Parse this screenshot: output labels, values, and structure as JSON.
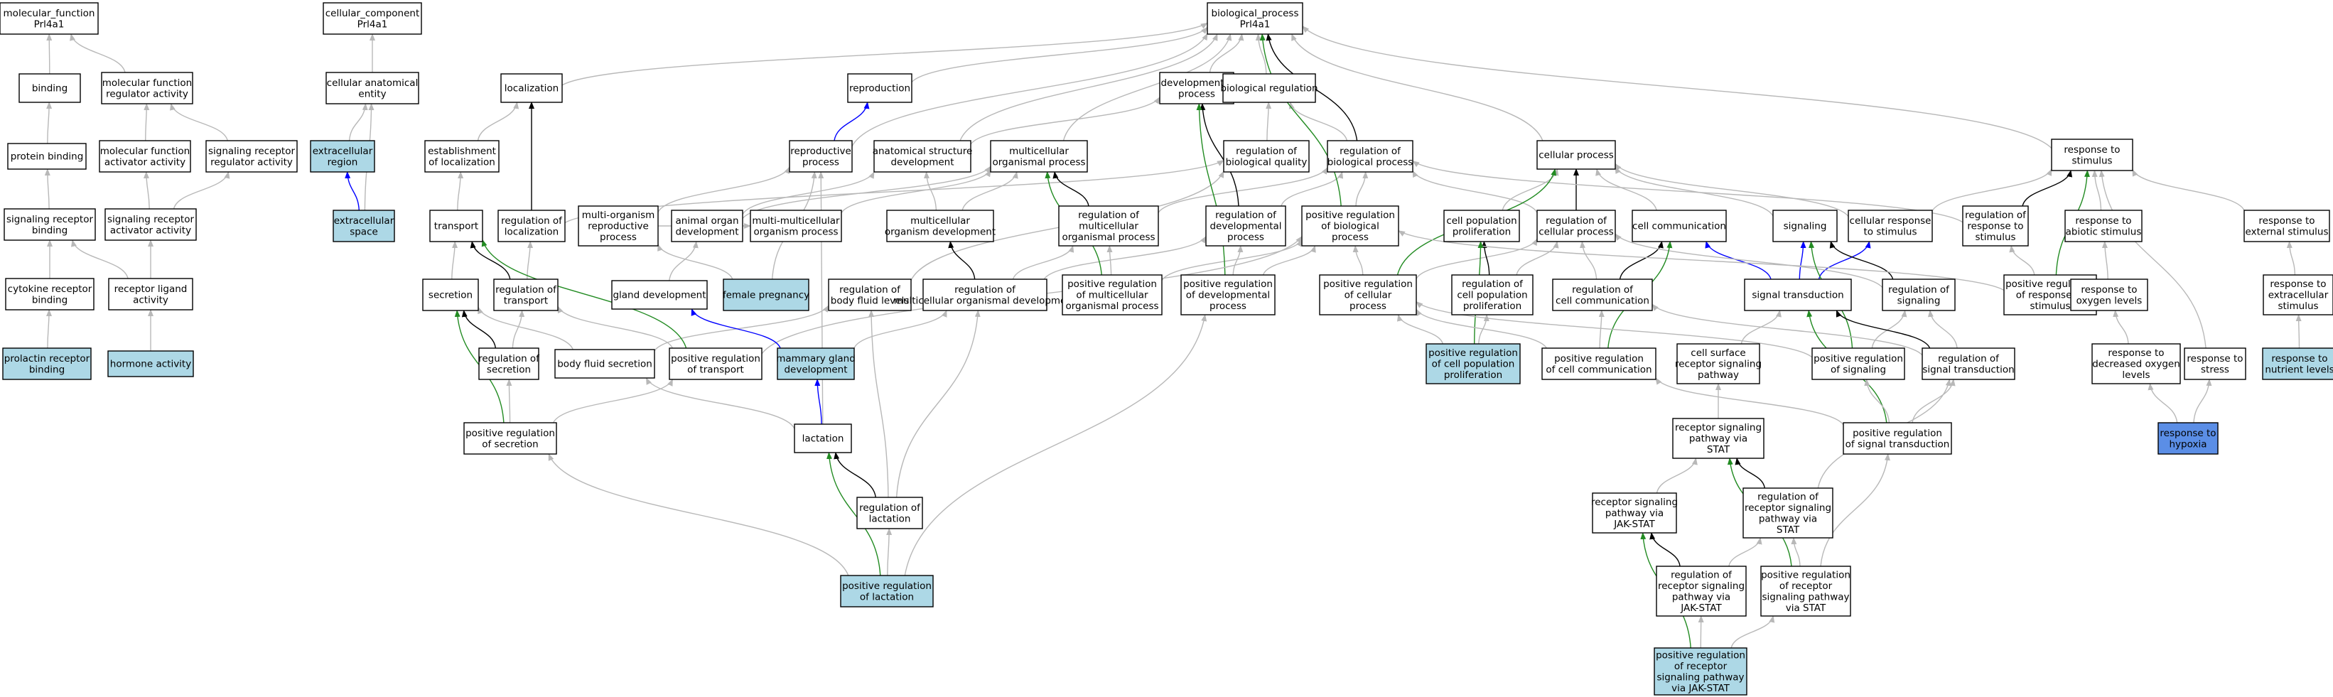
{
  "colors": {
    "gray": "#b8b8b8",
    "black": "#000000",
    "green": "#228b22",
    "blue": "#0000ff",
    "node_default": "#ffffff",
    "node_light": "#add8e6",
    "node_dark": "#5b8ee6"
  },
  "nodes": [
    {
      "id": "mf",
      "lines": [
        "molecular_function",
        "Prl4a1"
      ],
      "fill": "default"
    },
    {
      "id": "binding",
      "lines": [
        "binding"
      ],
      "fill": "default"
    },
    {
      "id": "mfra",
      "lines": [
        "molecular function",
        "regulator activity"
      ],
      "fill": "default"
    },
    {
      "id": "pb",
      "lines": [
        "protein binding"
      ],
      "fill": "default"
    },
    {
      "id": "mfaa",
      "lines": [
        "molecular function",
        "activator activity"
      ],
      "fill": "default"
    },
    {
      "id": "srra",
      "lines": [
        "signaling receptor",
        "regulator activity"
      ],
      "fill": "default"
    },
    {
      "id": "srb",
      "lines": [
        "signaling receptor",
        "binding"
      ],
      "fill": "default"
    },
    {
      "id": "sraa",
      "lines": [
        "signaling receptor",
        "activator activity"
      ],
      "fill": "default"
    },
    {
      "id": "crb",
      "lines": [
        "cytokine receptor",
        "binding"
      ],
      "fill": "default"
    },
    {
      "id": "rla",
      "lines": [
        "receptor ligand",
        "activity"
      ],
      "fill": "default"
    },
    {
      "id": "prb",
      "lines": [
        "prolactin receptor",
        "binding"
      ],
      "fill": "light"
    },
    {
      "id": "ha",
      "lines": [
        "hormone activity"
      ],
      "fill": "light"
    },
    {
      "id": "cc",
      "lines": [
        "cellular_component",
        "Prl4a1"
      ],
      "fill": "default"
    },
    {
      "id": "cae",
      "lines": [
        "cellular anatomical",
        "entity"
      ],
      "fill": "default"
    },
    {
      "id": "ecr",
      "lines": [
        "extracellular",
        "region"
      ],
      "fill": "light"
    },
    {
      "id": "ecs",
      "lines": [
        "extracellular",
        "space"
      ],
      "fill": "light"
    },
    {
      "id": "bp",
      "lines": [
        "biological_process",
        "Prl4a1"
      ],
      "fill": "default"
    },
    {
      "id": "loc",
      "lines": [
        "localization"
      ],
      "fill": "default"
    },
    {
      "id": "repro",
      "lines": [
        "reproduction"
      ],
      "fill": "default"
    },
    {
      "id": "devp",
      "lines": [
        "developmental",
        "process"
      ],
      "fill": "default"
    },
    {
      "id": "breg",
      "lines": [
        "biological regulation"
      ],
      "fill": "default"
    },
    {
      "id": "eloc",
      "lines": [
        "establishment",
        "of localization"
      ],
      "fill": "default"
    },
    {
      "id": "rp",
      "lines": [
        "reproductive",
        "process"
      ],
      "fill": "default"
    },
    {
      "id": "asd",
      "lines": [
        "anatomical structure",
        "development"
      ],
      "fill": "default"
    },
    {
      "id": "mcp",
      "lines": [
        "multicellular",
        "organismal process"
      ],
      "fill": "default"
    },
    {
      "id": "rbq",
      "lines": [
        "regulation of",
        "biological quality"
      ],
      "fill": "default"
    },
    {
      "id": "rbp",
      "lines": [
        "regulation of",
        "biological process"
      ],
      "fill": "default"
    },
    {
      "id": "cp",
      "lines": [
        "cellular process"
      ],
      "fill": "default"
    },
    {
      "id": "rts",
      "lines": [
        "response to",
        "stimulus"
      ],
      "fill": "default"
    },
    {
      "id": "transport",
      "lines": [
        "transport"
      ],
      "fill": "default"
    },
    {
      "id": "rloc",
      "lines": [
        "regulation of",
        "localization"
      ],
      "fill": "default"
    },
    {
      "id": "morp",
      "lines": [
        "multi-organism",
        "reproductive",
        "process"
      ],
      "fill": "default"
    },
    {
      "id": "aod",
      "lines": [
        "animal organ",
        "development"
      ],
      "fill": "default"
    },
    {
      "id": "mmop",
      "lines": [
        "multi-multicellular",
        "organism process"
      ],
      "fill": "default"
    },
    {
      "id": "mod",
      "lines": [
        "multicellular",
        "organism development"
      ],
      "fill": "default"
    },
    {
      "id": "rmop",
      "lines": [
        "regulation of",
        "multicellular",
        "organismal process"
      ],
      "fill": "default"
    },
    {
      "id": "rdp",
      "lines": [
        "regulation of",
        "developmental",
        "process"
      ],
      "fill": "default"
    },
    {
      "id": "prbp",
      "lines": [
        "positive regulation",
        "of biological",
        "process"
      ],
      "fill": "default"
    },
    {
      "id": "cpp",
      "lines": [
        "cell population",
        "proliferation"
      ],
      "fill": "default"
    },
    {
      "id": "rcp",
      "lines": [
        "regulation of",
        "cellular process"
      ],
      "fill": "default"
    },
    {
      "id": "ccomm",
      "lines": [
        "cell communication"
      ],
      "fill": "default"
    },
    {
      "id": "signaling",
      "lines": [
        "signaling"
      ],
      "fill": "default"
    },
    {
      "id": "crs",
      "lines": [
        "cellular response",
        "to stimulus"
      ],
      "fill": "default"
    },
    {
      "id": "rrs",
      "lines": [
        "regulation of",
        "response to",
        "stimulus"
      ],
      "fill": "default"
    },
    {
      "id": "ras",
      "lines": [
        "response to",
        "abiotic stimulus"
      ],
      "fill": "default"
    },
    {
      "id": "res",
      "lines": [
        "response to",
        "external stimulus"
      ],
      "fill": "default"
    },
    {
      "id": "secretion",
      "lines": [
        "secretion"
      ],
      "fill": "default"
    },
    {
      "id": "rtrans",
      "lines": [
        "regulation of",
        "transport"
      ],
      "fill": "default"
    },
    {
      "id": "gd",
      "lines": [
        "gland development"
      ],
      "fill": "default"
    },
    {
      "id": "fp",
      "lines": [
        "female pregnancy"
      ],
      "fill": "light"
    },
    {
      "id": "rbfl",
      "lines": [
        "regulation of",
        "body fluid levels"
      ],
      "fill": "default"
    },
    {
      "id": "rmod",
      "lines": [
        "regulation of",
        "multicellular organismal development"
      ],
      "fill": "default"
    },
    {
      "id": "prmop",
      "lines": [
        "positive regulation",
        "of multicellular",
        "organismal process"
      ],
      "fill": "default"
    },
    {
      "id": "prdp",
      "lines": [
        "positive regulation",
        "of developmental",
        "process"
      ],
      "fill": "default"
    },
    {
      "id": "prcp",
      "lines": [
        "positive regulation",
        "of cellular",
        "process"
      ],
      "fill": "default"
    },
    {
      "id": "rcpp",
      "lines": [
        "regulation of",
        "cell population",
        "proliferation"
      ],
      "fill": "default"
    },
    {
      "id": "rcc",
      "lines": [
        "regulation of",
        "cell communication"
      ],
      "fill": "default"
    },
    {
      "id": "st",
      "lines": [
        "signal transduction"
      ],
      "fill": "default"
    },
    {
      "id": "rsig",
      "lines": [
        "regulation of",
        "signaling"
      ],
      "fill": "default"
    },
    {
      "id": "prrs",
      "lines": [
        "positive regulation",
        "of response to",
        "stimulus"
      ],
      "fill": "default"
    },
    {
      "id": "rol",
      "lines": [
        "response to",
        "oxygen levels"
      ],
      "fill": "default"
    },
    {
      "id": "rtes",
      "lines": [
        "response to",
        "extracellular",
        "stimulus"
      ],
      "fill": "default"
    },
    {
      "id": "rsec",
      "lines": [
        "regulation of",
        "secretion"
      ],
      "fill": "default"
    },
    {
      "id": "bfs",
      "lines": [
        "body fluid secretion"
      ],
      "fill": "default"
    },
    {
      "id": "prt",
      "lines": [
        "positive regulation",
        "of transport"
      ],
      "fill": "default"
    },
    {
      "id": "mgd",
      "lines": [
        "mammary gland",
        "development"
      ],
      "fill": "light"
    },
    {
      "id": "prcpp",
      "lines": [
        "positive regulation",
        "of cell population",
        "proliferation"
      ],
      "fill": "light"
    },
    {
      "id": "prcc",
      "lines": [
        "positive regulation",
        "of cell communication"
      ],
      "fill": "default"
    },
    {
      "id": "csrsp",
      "lines": [
        "cell surface",
        "receptor signaling",
        "pathway"
      ],
      "fill": "default"
    },
    {
      "id": "prsig",
      "lines": [
        "positive regulation",
        "of signaling"
      ],
      "fill": "default"
    },
    {
      "id": "rst",
      "lines": [
        "regulation of",
        "signal transduction"
      ],
      "fill": "default"
    },
    {
      "id": "rdol",
      "lines": [
        "response to",
        "decreased oxygen",
        "levels"
      ],
      "fill": "default"
    },
    {
      "id": "rstress",
      "lines": [
        "response to",
        "stress"
      ],
      "fill": "default"
    },
    {
      "id": "rnl",
      "lines": [
        "response to",
        "nutrient levels"
      ],
      "fill": "light"
    },
    {
      "id": "prs",
      "lines": [
        "positive regulation",
        "of secretion"
      ],
      "fill": "default"
    },
    {
      "id": "lact",
      "lines": [
        "lactation"
      ],
      "fill": "default"
    },
    {
      "id": "rsps",
      "lines": [
        "receptor signaling",
        "pathway via",
        "STAT"
      ],
      "fill": "default"
    },
    {
      "id": "prst",
      "lines": [
        "positive regulation",
        "of signal transduction"
      ],
      "fill": "default"
    },
    {
      "id": "rhyp",
      "lines": [
        "response to",
        "hypoxia"
      ],
      "fill": "dark"
    },
    {
      "id": "rlact",
      "lines": [
        "regulation of",
        "lactation"
      ],
      "fill": "default"
    },
    {
      "id": "rspjs",
      "lines": [
        "receptor signaling",
        "pathway via",
        "JAK-STAT"
      ],
      "fill": "default"
    },
    {
      "id": "rrsps",
      "lines": [
        "regulation of",
        "receptor signaling",
        "pathway via",
        "STAT"
      ],
      "fill": "default"
    },
    {
      "id": "prlact",
      "lines": [
        "positive regulation",
        "of lactation"
      ],
      "fill": "light"
    },
    {
      "id": "rrspjs",
      "lines": [
        "regulation of",
        "receptor signaling",
        "pathway via",
        "JAK-STAT"
      ],
      "fill": "default"
    },
    {
      "id": "prrsps",
      "lines": [
        "positive regulation",
        "of receptor",
        "signaling pathway",
        "via STAT"
      ],
      "fill": "default"
    },
    {
      "id": "prrspjs",
      "lines": [
        "positive regulation",
        "of receptor",
        "signaling pathway",
        "via JAK-STAT"
      ],
      "fill": "light"
    }
  ],
  "edges": [
    [
      "binding",
      "mf",
      "gray"
    ],
    [
      "mfra",
      "mf",
      "gray"
    ],
    [
      "pb",
      "binding",
      "gray"
    ],
    [
      "mfaa",
      "mfra",
      "gray"
    ],
    [
      "srra",
      "mfra",
      "gray"
    ],
    [
      "srb",
      "pb",
      "gray"
    ],
    [
      "sraa",
      "mfaa",
      "gray"
    ],
    [
      "sraa",
      "srra",
      "gray"
    ],
    [
      "crb",
      "srb",
      "gray"
    ],
    [
      "rla",
      "srb",
      "gray"
    ],
    [
      "rla",
      "sraa",
      "gray"
    ],
    [
      "prb",
      "crb",
      "gray"
    ],
    [
      "ha",
      "rla",
      "gray"
    ],
    [
      "cae",
      "cc",
      "gray"
    ],
    [
      "ecr",
      "cae",
      "gray"
    ],
    [
      "ecs",
      "ecr",
      "blue"
    ],
    [
      "ecs",
      "cae",
      "gray"
    ],
    [
      "loc",
      "bp",
      "gray"
    ],
    [
      "repro",
      "bp",
      "gray"
    ],
    [
      "devp",
      "bp",
      "gray"
    ],
    [
      "breg",
      "bp",
      "gray"
    ],
    [
      "cp",
      "bp",
      "gray"
    ],
    [
      "rts",
      "bp",
      "gray"
    ],
    [
      "eloc",
      "loc",
      "gray"
    ],
    [
      "rp",
      "repro",
      "blue"
    ],
    [
      "rp",
      "bp",
      "gray"
    ],
    [
      "asd",
      "devp",
      "gray"
    ],
    [
      "asd",
      "bp",
      "gray"
    ],
    [
      "mcp",
      "bp",
      "gray"
    ],
    [
      "rbq",
      "breg",
      "gray"
    ],
    [
      "rbp",
      "breg",
      "gray"
    ],
    [
      "rbp",
      "bp",
      "black"
    ],
    [
      "transport",
      "eloc",
      "gray"
    ],
    [
      "rloc",
      "loc",
      "black"
    ],
    [
      "rloc",
      "rbq",
      "gray"
    ],
    [
      "morp",
      "rp",
      "gray"
    ],
    [
      "morp",
      "mmop",
      "gray"
    ],
    [
      "aod",
      "asd",
      "gray"
    ],
    [
      "aod",
      "mcp",
      "gray"
    ],
    [
      "mmop",
      "mcp",
      "gray"
    ],
    [
      "mod",
      "mcp",
      "gray"
    ],
    [
      "mod",
      "asd",
      "gray"
    ],
    [
      "rmop",
      "mcp",
      "black"
    ],
    [
      "rmop",
      "rbp",
      "gray"
    ],
    [
      "rdp",
      "devp",
      "black"
    ],
    [
      "rdp",
      "rbp",
      "gray"
    ],
    [
      "prbp",
      "rbp",
      "gray"
    ],
    [
      "prbp",
      "bp",
      "green"
    ],
    [
      "cpp",
      "cp",
      "gray"
    ],
    [
      "rcp",
      "cp",
      "black"
    ],
    [
      "rcp",
      "rbp",
      "gray"
    ],
    [
      "ccomm",
      "cp",
      "gray"
    ],
    [
      "signaling",
      "cp",
      "gray"
    ],
    [
      "crs",
      "cp",
      "gray"
    ],
    [
      "crs",
      "rts",
      "gray"
    ],
    [
      "rrs",
      "rts",
      "black"
    ],
    [
      "rrs",
      "rbp",
      "gray"
    ],
    [
      "ras",
      "rts",
      "gray"
    ],
    [
      "res",
      "rts",
      "gray"
    ],
    [
      "secretion",
      "transport",
      "gray"
    ],
    [
      "rtrans",
      "transport",
      "black"
    ],
    [
      "rtrans",
      "rloc",
      "gray"
    ],
    [
      "gd",
      "aod",
      "gray"
    ],
    [
      "fp",
      "morp",
      "gray"
    ],
    [
      "fp",
      "rp",
      "gray"
    ],
    [
      "rbfl",
      "rbq",
      "gray"
    ],
    [
      "rmod",
      "mod",
      "black"
    ],
    [
      "rmod",
      "rmop",
      "gray"
    ],
    [
      "rmod",
      "rdp",
      "gray"
    ],
    [
      "prmop",
      "rmop",
      "gray"
    ],
    [
      "prmop",
      "prbp",
      "gray"
    ],
    [
      "prmop",
      "mcp",
      "green"
    ],
    [
      "prdp",
      "rdp",
      "gray"
    ],
    [
      "prdp",
      "prbp",
      "gray"
    ],
    [
      "prdp",
      "devp",
      "green"
    ],
    [
      "prcp",
      "rcp",
      "gray"
    ],
    [
      "prcp",
      "prbp",
      "gray"
    ],
    [
      "prcp",
      "cp",
      "green"
    ],
    [
      "rcpp",
      "cpp",
      "black"
    ],
    [
      "rcpp",
      "rcp",
      "gray"
    ],
    [
      "rcc",
      "ccomm",
      "black"
    ],
    [
      "rcc",
      "rcp",
      "gray"
    ],
    [
      "st",
      "signaling",
      "blue"
    ],
    [
      "st",
      "ccomm",
      "blue"
    ],
    [
      "st",
      "crs",
      "blue"
    ],
    [
      "rsig",
      "signaling",
      "black"
    ],
    [
      "rsig",
      "rcp",
      "gray"
    ],
    [
      "prrs",
      "rrs",
      "gray"
    ],
    [
      "prrs",
      "rts",
      "green"
    ],
    [
      "prrs",
      "prbp",
      "gray"
    ],
    [
      "rol",
      "ras",
      "gray"
    ],
    [
      "rtes",
      "res",
      "gray"
    ],
    [
      "rsec",
      "secretion",
      "black"
    ],
    [
      "rsec",
      "rtrans",
      "gray"
    ],
    [
      "bfs",
      "secretion",
      "gray"
    ],
    [
      "bfs",
      "rbfl",
      "gray"
    ],
    [
      "prt",
      "rtrans",
      "gray"
    ],
    [
      "prt",
      "transport",
      "green"
    ],
    [
      "prt",
      "prbp",
      "gray"
    ],
    [
      "mgd",
      "gd",
      "blue"
    ],
    [
      "mgd",
      "rmod",
      "gray"
    ],
    [
      "prcpp",
      "rcpp",
      "gray"
    ],
    [
      "prcpp",
      "cpp",
      "green"
    ],
    [
      "prcpp",
      "prcp",
      "gray"
    ],
    [
      "prcc",
      "rcc",
      "gray"
    ],
    [
      "prcc",
      "ccomm",
      "green"
    ],
    [
      "prcc",
      "prcp",
      "gray"
    ],
    [
      "csrsp",
      "st",
      "gray"
    ],
    [
      "prsig",
      "rsig",
      "gray"
    ],
    [
      "prsig",
      "signaling",
      "green"
    ],
    [
      "prsig",
      "prcp",
      "gray"
    ],
    [
      "rst",
      "st",
      "black"
    ],
    [
      "rst",
      "rsig",
      "gray"
    ],
    [
      "rst",
      "rcc",
      "gray"
    ],
    [
      "rdol",
      "rol",
      "gray"
    ],
    [
      "rstress",
      "rts",
      "gray"
    ],
    [
      "rnl",
      "rtes",
      "gray"
    ],
    [
      "prs",
      "rsec",
      "gray"
    ],
    [
      "prs",
      "secretion",
      "green"
    ],
    [
      "prs",
      "prt",
      "gray"
    ],
    [
      "lact",
      "mgd",
      "blue"
    ],
    [
      "lact",
      "bfs",
      "gray"
    ],
    [
      "lact",
      "rp",
      "gray"
    ],
    [
      "rsps",
      "csrsp",
      "gray"
    ],
    [
      "prst",
      "rst",
      "gray"
    ],
    [
      "prst",
      "st",
      "green"
    ],
    [
      "prst",
      "prsig",
      "gray"
    ],
    [
      "prst",
      "prcc",
      "gray"
    ],
    [
      "rhyp",
      "rdol",
      "gray"
    ],
    [
      "rhyp",
      "rstress",
      "gray"
    ],
    [
      "rlact",
      "lact",
      "black"
    ],
    [
      "rlact",
      "rmod",
      "gray"
    ],
    [
      "rlact",
      "rbfl",
      "gray"
    ],
    [
      "rspjs",
      "rsps",
      "gray"
    ],
    [
      "rrsps",
      "rsps",
      "black"
    ],
    [
      "rrsps",
      "rst",
      "gray"
    ],
    [
      "prlact",
      "rlact",
      "gray"
    ],
    [
      "prlact",
      "lact",
      "green"
    ],
    [
      "prlact",
      "prs",
      "gray"
    ],
    [
      "prlact",
      "prdp",
      "gray"
    ],
    [
      "rrspjs",
      "rspjs",
      "black"
    ],
    [
      "rrspjs",
      "rrsps",
      "gray"
    ],
    [
      "prrsps",
      "rrsps",
      "gray"
    ],
    [
      "prrsps",
      "rsps",
      "green"
    ],
    [
      "prrsps",
      "prst",
      "gray"
    ],
    [
      "prrspjs",
      "rrspjs",
      "gray"
    ],
    [
      "prrspjs",
      "rspjs",
      "green"
    ],
    [
      "prrspjs",
      "prrsps",
      "gray"
    ]
  ]
}
